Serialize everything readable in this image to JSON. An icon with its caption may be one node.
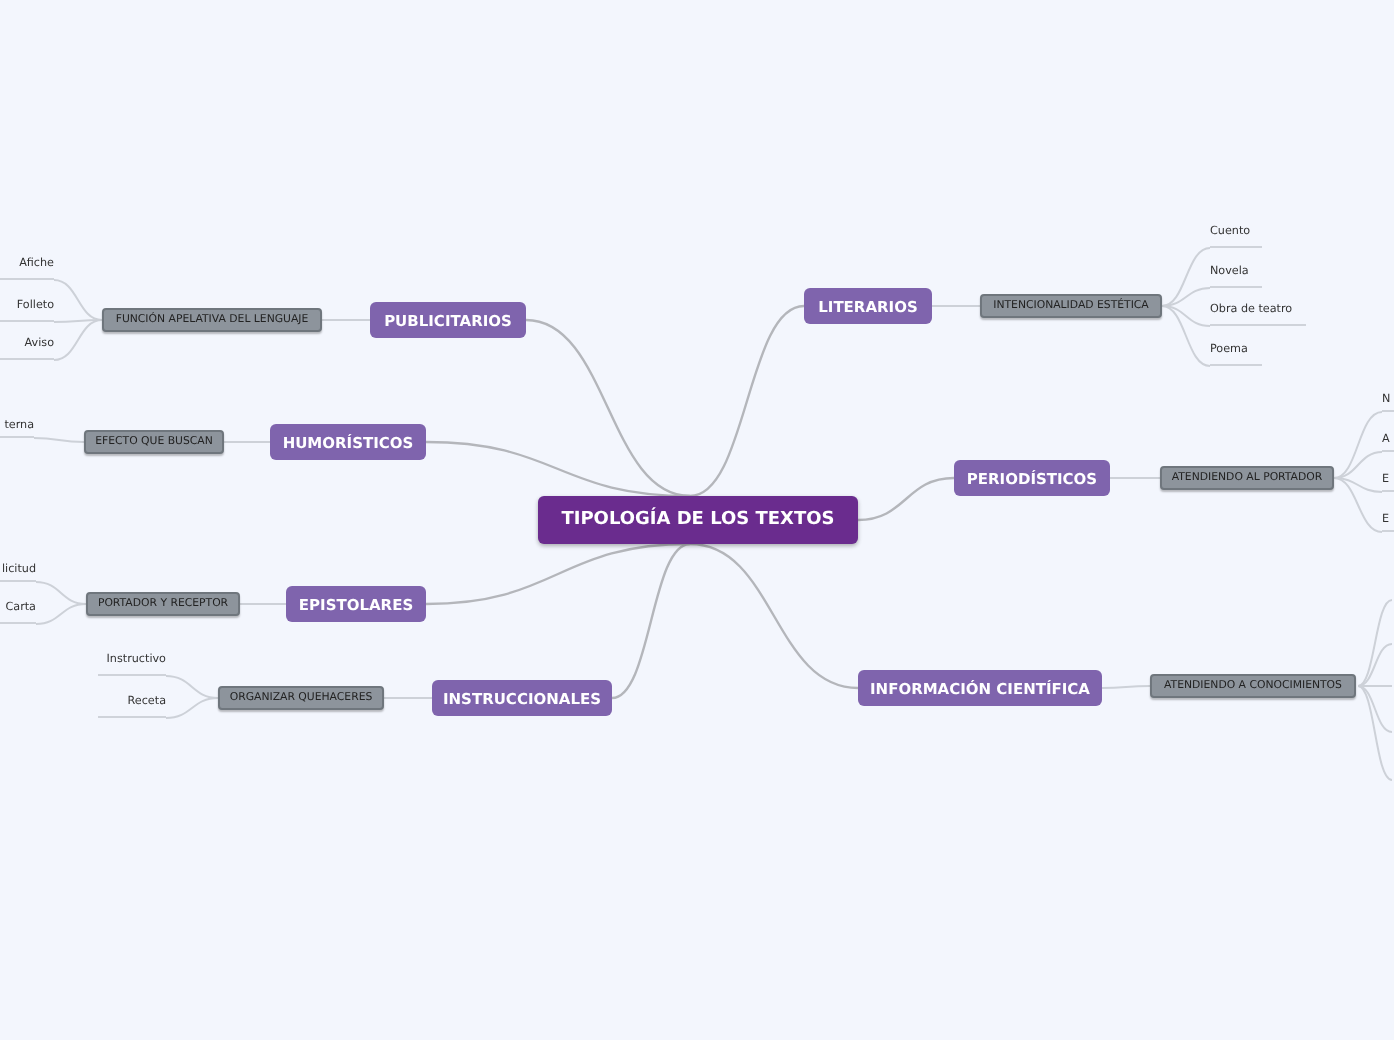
{
  "diagram": {
    "nodes": [
      {
        "text": [
          "TIPOLOGÍA DE LOS TEXTOS"
        ]
      },
      {
        "text": [
          "PUBLICITARIOS"
        ]
      },
      {
        "text": [
          "FUNCIÓN APELATIVA DEL LENGUAJE"
        ]
      },
      {
        "text": [
          "Afiche"
        ]
      },
      {
        "text": [
          "Folleto"
        ]
      },
      {
        "text": [
          "Aviso"
        ]
      },
      {
        "text": [
          "HUMORÍSTICOS"
        ]
      },
      {
        "text": [
          "EFECTO QUE BUSCAN"
        ]
      },
      {
        "text": [
          "terna"
        ]
      },
      {
        "text": [
          "EPISTOLARES"
        ]
      },
      {
        "text": [
          "PORTADOR Y RECEPTOR"
        ]
      },
      {
        "text": [
          "licitud"
        ]
      },
      {
        "text": [
          "Carta"
        ]
      },
      {
        "text": [
          "INSTRUCCIONALES"
        ]
      },
      {
        "text": [
          "ORGANIZAR QUEHACERES"
        ]
      },
      {
        "text": [
          "Instructivo"
        ]
      },
      {
        "text": [
          "Receta"
        ]
      },
      {
        "text": [
          "LITERARIOS"
        ]
      },
      {
        "text": [
          "INTENCIONALIDAD ESTÉTICA"
        ]
      },
      {
        "text": [
          "Cuento"
        ]
      },
      {
        "text": [
          "Novela"
        ]
      },
      {
        "text": [
          "Obra de teatro"
        ]
      },
      {
        "text": [
          "Poema"
        ]
      },
      {
        "text": [
          "PERIODÍSTICOS"
        ]
      },
      {
        "text": [
          "ATENDIENDO AL PORTADOR"
        ]
      },
      {
        "text": [
          "N"
        ]
      },
      {
        "text": [
          "A"
        ]
      },
      {
        "text": [
          "E"
        ]
      },
      {
        "text": [
          "E"
        ]
      },
      {
        "text": [
          "INFORMACIÓN CIENTÍFICA"
        ]
      },
      {
        "text": [
          "ATENDIENDO A CONOCIMIENTOS"
        ]
      }
    ],
    "edges": [
      {
        "from": 0,
        "to": 1,
        "arrow": "none"
      },
      {
        "from": 1,
        "to": 2,
        "arrow": "none"
      },
      {
        "from": 2,
        "to": 3,
        "arrow": "none"
      },
      {
        "from": 2,
        "to": 4,
        "arrow": "none"
      },
      {
        "from": 2,
        "to": 5,
        "arrow": "none"
      },
      {
        "from": 0,
        "to": 6,
        "arrow": "none"
      },
      {
        "from": 6,
        "to": 7,
        "arrow": "none"
      },
      {
        "from": 7,
        "to": 8,
        "arrow": "none"
      },
      {
        "from": 0,
        "to": 9,
        "arrow": "none"
      },
      {
        "from": 9,
        "to": 10,
        "arrow": "none"
      },
      {
        "from": 10,
        "to": 11,
        "arrow": "none"
      },
      {
        "from": 10,
        "to": 12,
        "arrow": "none"
      },
      {
        "from": 0,
        "to": 13,
        "arrow": "none"
      },
      {
        "from": 13,
        "to": 14,
        "arrow": "none"
      },
      {
        "from": 14,
        "to": 15,
        "arrow": "none"
      },
      {
        "from": 14,
        "to": 16,
        "arrow": "none"
      },
      {
        "from": 0,
        "to": 17,
        "arrow": "none"
      },
      {
        "from": 17,
        "to": 18,
        "arrow": "none"
      },
      {
        "from": 18,
        "to": 19,
        "arrow": "none"
      },
      {
        "from": 18,
        "to": 20,
        "arrow": "none"
      },
      {
        "from": 18,
        "to": 21,
        "arrow": "none"
      },
      {
        "from": 18,
        "to": 22,
        "arrow": "none"
      },
      {
        "from": 0,
        "to": 23,
        "arrow": "none"
      },
      {
        "from": 23,
        "to": 24,
        "arrow": "none"
      },
      {
        "from": 24,
        "to": 25,
        "arrow": "none"
      },
      {
        "from": 24,
        "to": 26,
        "arrow": "none"
      },
      {
        "from": 24,
        "to": 27,
        "arrow": "none"
      },
      {
        "from": 24,
        "to": 28,
        "arrow": "none"
      },
      {
        "from": 0,
        "to": 29,
        "arrow": "none"
      },
      {
        "from": 29,
        "to": 30,
        "arrow": "none"
      }
    ]
  }
}
